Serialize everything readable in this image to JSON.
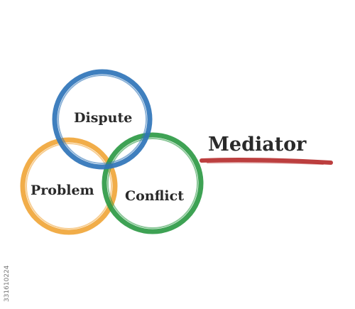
{
  "diagram": {
    "circles": [
      {
        "label": "Dispute",
        "color": "#2f74b8"
      },
      {
        "label": "Problem",
        "color": "#f0a63a"
      },
      {
        "label": "Conflict",
        "color": "#2e9a45"
      }
    ],
    "title": "Mediator",
    "underline_color": "#b52a2a"
  },
  "side_text": "331610224"
}
